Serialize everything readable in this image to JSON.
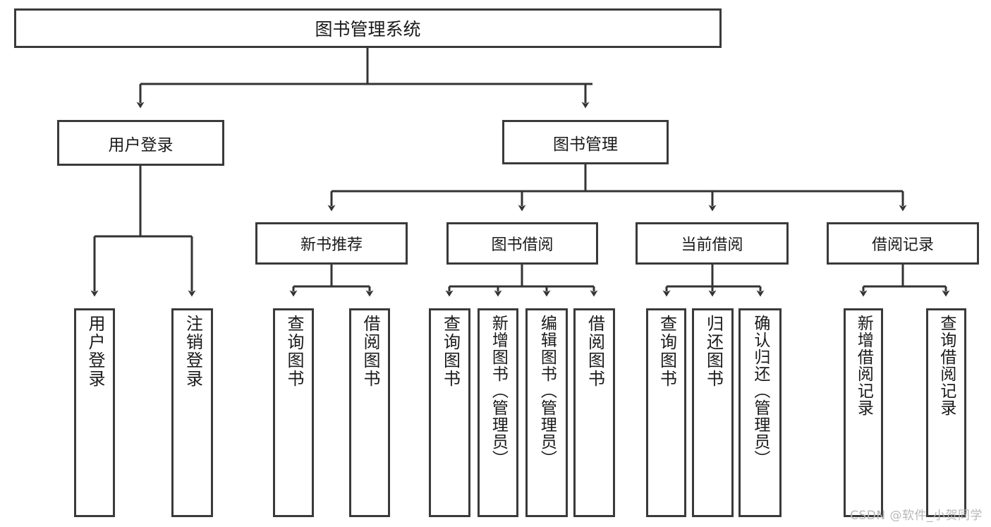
{
  "diagram": {
    "title": "图书管理系统",
    "type": "tree-hierarchy-diagram",
    "colors": {
      "box_border": "#3a3a3a",
      "box_fill": "#ffffff",
      "connector": "#333333",
      "text": "#1a1a1a",
      "watermark": "#b8b8b8",
      "background": "#ffffff"
    },
    "root": {
      "label": "图书管理系统"
    },
    "level1": [
      {
        "label": "用户登录"
      },
      {
        "label": "图书管理"
      }
    ],
    "level2": [
      {
        "label": "新书推荐"
      },
      {
        "label": "图书借阅"
      },
      {
        "label": "当前借阅"
      },
      {
        "label": "借阅记录"
      }
    ],
    "leaves": {
      "user_login": [
        {
          "label": "用户登录"
        },
        {
          "label": "注销登录"
        }
      ],
      "new_book_recommend": [
        {
          "label": "查询图书"
        },
        {
          "label": "借阅图书"
        }
      ],
      "book_borrow": [
        {
          "label": "查询图书"
        },
        {
          "label": "新增图书（管理员）"
        },
        {
          "label": "编辑图书（管理员）"
        },
        {
          "label": "借阅图书"
        }
      ],
      "current_borrow": [
        {
          "label": "查询图书"
        },
        {
          "label": "归还图书"
        },
        {
          "label": "确认归还（管理员）"
        }
      ],
      "borrow_record": [
        {
          "label": "新增借阅记录"
        },
        {
          "label": "查询借阅记录"
        }
      ]
    }
  },
  "watermark": {
    "text": "CSDN @软件_小贺同学"
  }
}
